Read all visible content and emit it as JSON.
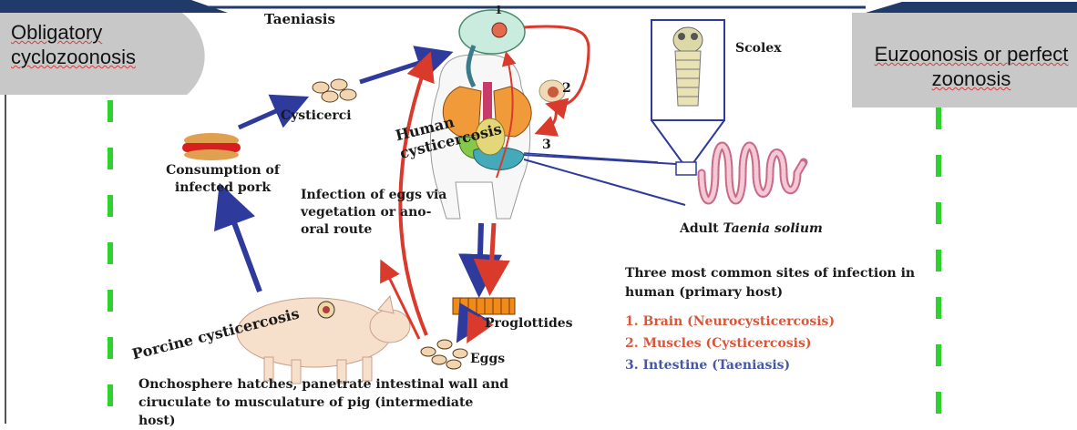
{
  "headers": {
    "left": "Obligatory cyclozoonosis",
    "right": "Euzoonosis or perfect zoonosis"
  },
  "labels": {
    "taeniasis": "Taeniasis",
    "scolex": "Scolex",
    "cysticerci": "Cysticerci",
    "consumption": "Consumption of infected pork",
    "infection": "Infection of eggs via vegetation or ano-oral route",
    "human_cysticercosis": "Human cysticercosis",
    "adult_prefix": "Adult ",
    "adult_species": "Taenia solium",
    "porcine": "Porcine cysticercosis",
    "proglottides": "Proglottides",
    "eggs": "Eggs",
    "onchosphere": "Onchosphere hatches, panetrate intestinal wall and ciruculate to musculature of pig (intermediate host)",
    "numbers": [
      "1",
      "2",
      "3"
    ]
  },
  "sites": {
    "heading": "Three most common sites of infection in human (primary host)",
    "items": [
      {
        "text": "1. Brain (Neurocysticercosis)",
        "color": "#d8573a"
      },
      {
        "text": "2. Muscles (Cysticercosis)",
        "color": "#d8573a"
      },
      {
        "text": "3. Intestine (Taeniasis)",
        "color": "#4657a6"
      }
    ]
  },
  "colors": {
    "arrow_blue": "#2e3a9c",
    "arrow_red": "#d93a2b",
    "dash_green": "#2fd12f",
    "header_gray": "#c8c8c8",
    "border_navy": "#203a6a"
  }
}
